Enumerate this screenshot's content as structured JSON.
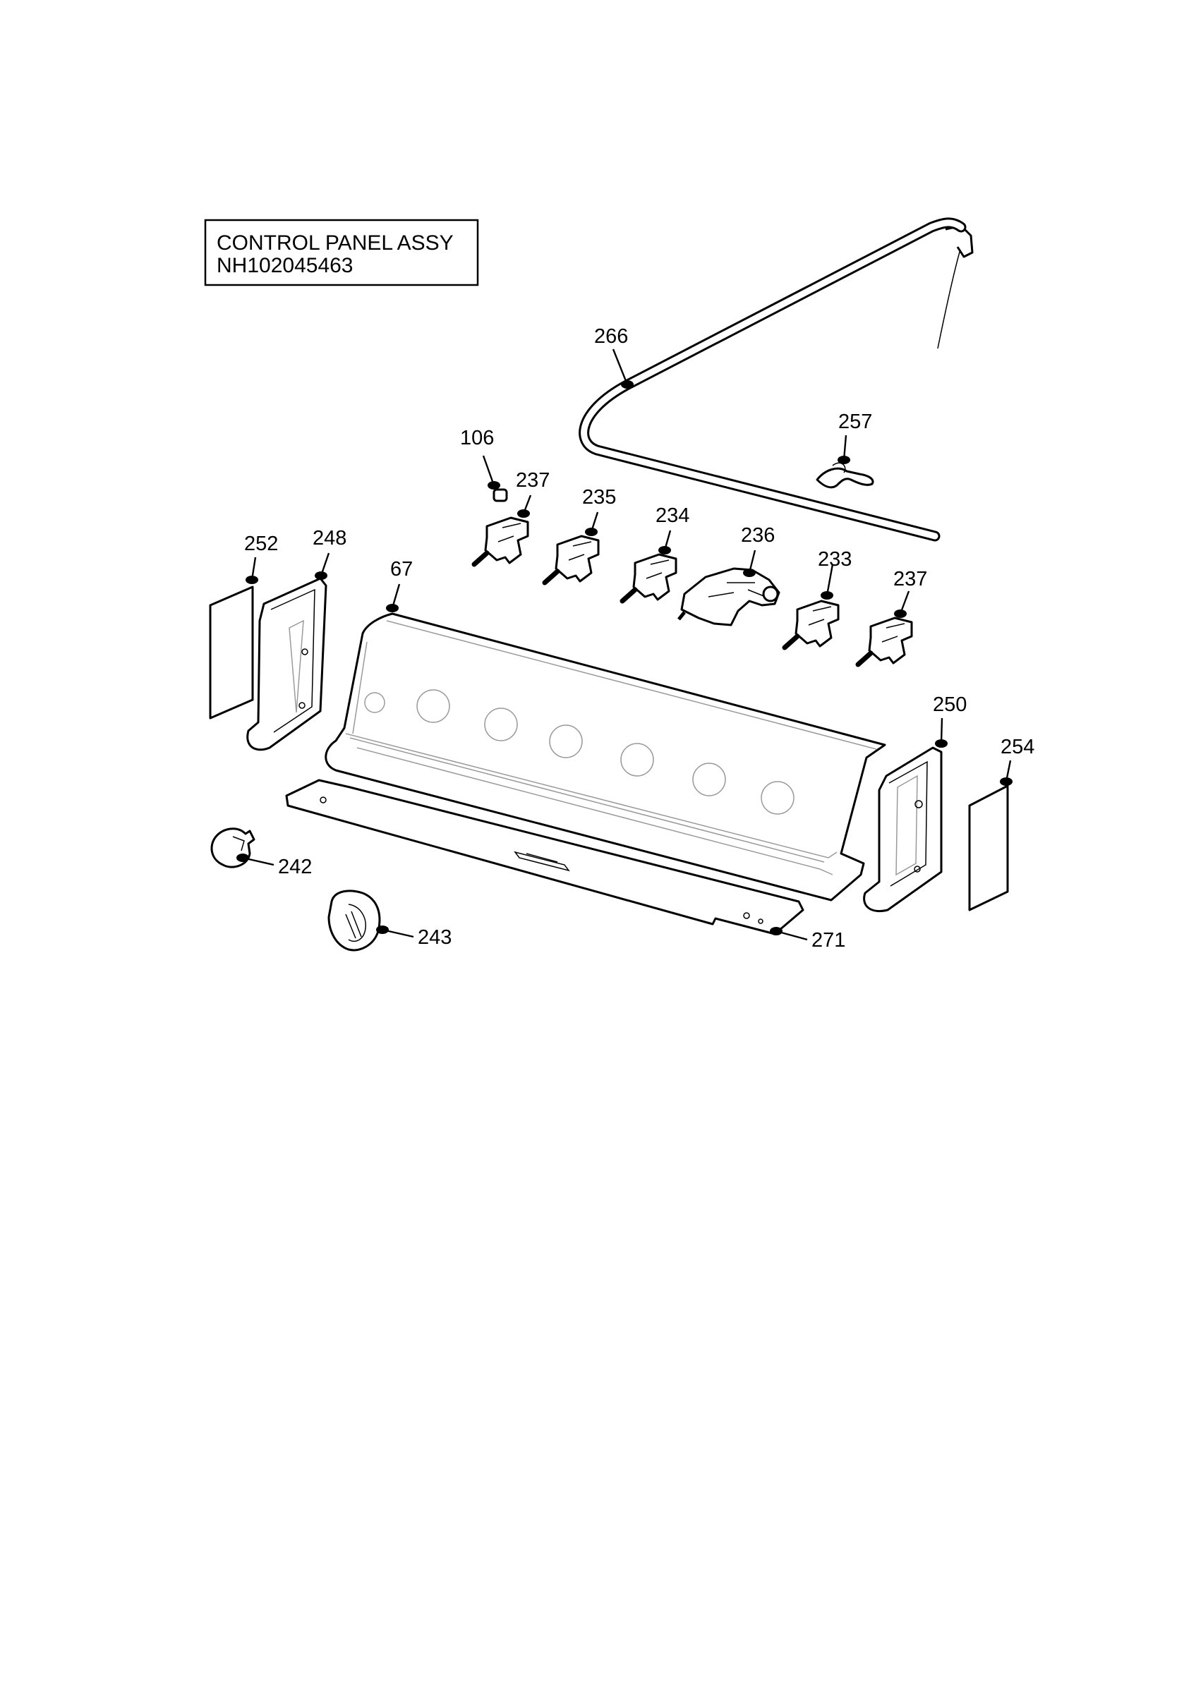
{
  "title_box": {
    "line1": "CONTROL PANEL ASSY",
    "line2": "NH102045463"
  },
  "callouts": [
    {
      "id": "c266",
      "text": "266"
    },
    {
      "id": "c257",
      "text": "257"
    },
    {
      "id": "c106",
      "text": "106"
    },
    {
      "id": "c237a",
      "text": "237"
    },
    {
      "id": "c235",
      "text": "235"
    },
    {
      "id": "c234",
      "text": "234"
    },
    {
      "id": "c236",
      "text": "236"
    },
    {
      "id": "c233",
      "text": "233"
    },
    {
      "id": "c237b",
      "text": "237"
    },
    {
      "id": "c252",
      "text": "252"
    },
    {
      "id": "c248",
      "text": "248"
    },
    {
      "id": "c67",
      "text": "67"
    },
    {
      "id": "c250",
      "text": "250"
    },
    {
      "id": "c254",
      "text": "254"
    },
    {
      "id": "c242",
      "text": "242"
    },
    {
      "id": "c243",
      "text": "243"
    },
    {
      "id": "c271",
      "text": "271"
    }
  ]
}
